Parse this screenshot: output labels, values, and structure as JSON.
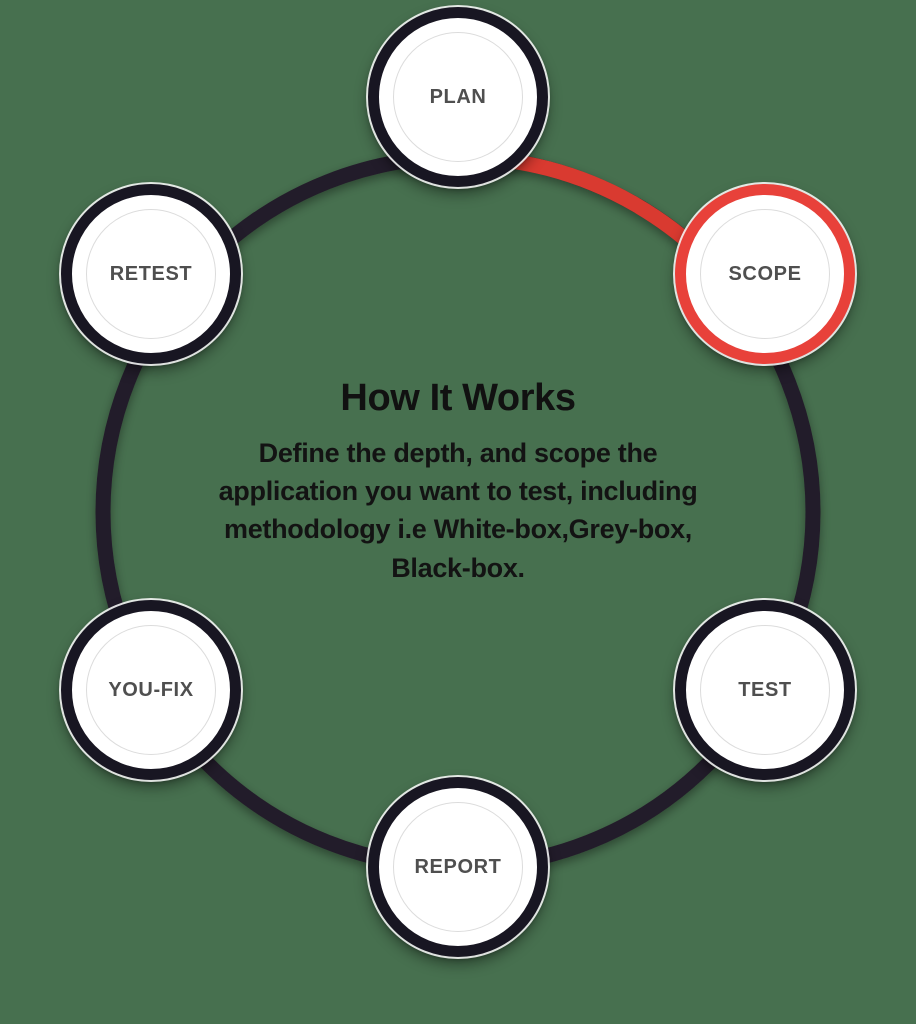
{
  "background_color": "#47704f",
  "center": {
    "title": "How It Works",
    "description": "Define the depth, and scope the application you want to test, including methodology i.e White-box,Grey-box, Black-box."
  },
  "colors": {
    "ring_track": "#241b29",
    "ring_progress": "#d93a30",
    "node_border": "#181622",
    "node_active_border": "#e8413a",
    "node_fill": "#ffffff",
    "node_inner_ring": "#dcdcdc",
    "label_text": "#4f4f4f",
    "title_text": "#111111",
    "description_text": "#131313"
  },
  "cycle": {
    "active_step": "SCOPE",
    "steps": [
      {
        "id": "plan",
        "label": "PLAN",
        "position": "top",
        "active": false
      },
      {
        "id": "scope",
        "label": "SCOPE",
        "position": "upper-right",
        "active": true
      },
      {
        "id": "test",
        "label": "TEST",
        "position": "lower-right",
        "active": false
      },
      {
        "id": "report",
        "label": "REPORT",
        "position": "bottom",
        "active": false
      },
      {
        "id": "youfix",
        "label": "YOU-FIX",
        "position": "lower-left",
        "active": false
      },
      {
        "id": "retest",
        "label": "RETEST",
        "position": "upper-left",
        "active": false
      }
    ],
    "progress_segment": {
      "from": "PLAN",
      "to": "SCOPE",
      "color": "#d93a30"
    }
  }
}
